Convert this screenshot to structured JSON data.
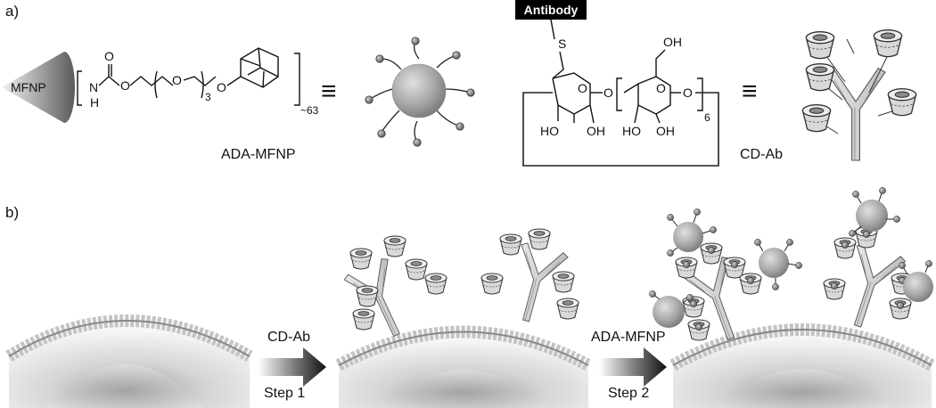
{
  "panels": {
    "a": "a)",
    "b": "b)"
  },
  "chemistry": {
    "core_label": "MFNP",
    "nh_n": "N",
    "nh_h": "H",
    "carbonyl_o": "O",
    "ester_o": "O",
    "ether_o": "O",
    "adamantyl_o": "O",
    "repeat_subscript": "3",
    "loading_subscript": "~63",
    "antibody_tag": "Antibody",
    "thioether_s": "S",
    "hydroxymethyl": "OH",
    "ring_o": "O",
    "glycosidic_o": "O",
    "hydroxyls": [
      "HO",
      "OH",
      "HO",
      "OH"
    ],
    "cd_repeat_subscript": "6",
    "equivalent_symbol": "≡"
  },
  "labels": {
    "ada_mfnp": "ADA-MFNP",
    "cd_ab": "CD-Ab"
  },
  "steps": [
    {
      "reagent": "CD-Ab",
      "name": "Step 1"
    },
    {
      "reagent": "ADA-MFNP",
      "name": "Step 2"
    }
  ],
  "colors": {
    "nanoparticle_gray": "#9a9a9a",
    "membrane_head": "#c4c4c4",
    "arrow_dark": "#111111",
    "box_header": "#000000"
  }
}
